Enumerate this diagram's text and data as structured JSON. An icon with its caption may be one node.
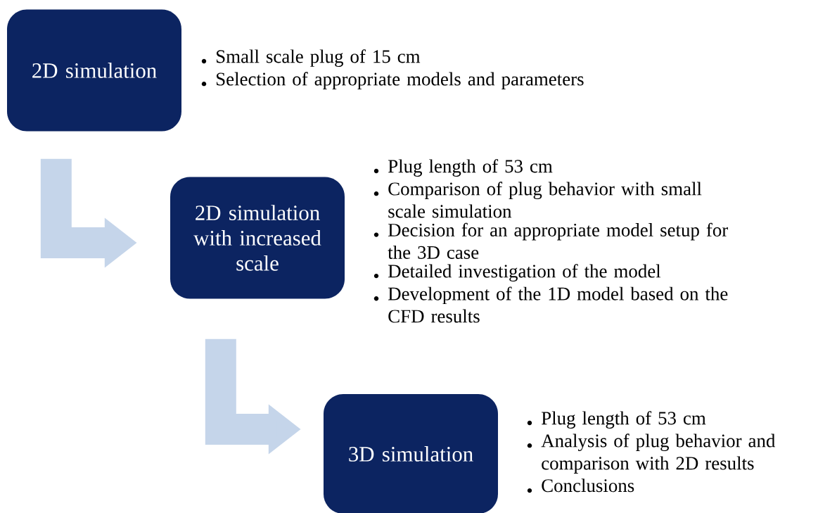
{
  "diagram": {
    "nodes": [
      {
        "text": [
          "2D simulation"
        ],
        "beside": [
          "Small scale plug of 15 cm",
          "Selection of appropriate models and parameters"
        ]
      },
      {
        "text": [
          "2D simulation with increased scale"
        ],
        "beside": [
          "Plug length of 53 cm",
          "Comparison of plug behavior with small scale simulation",
          "Decision for an appropriate model setup for the 3D case",
          "Detailed investigation of the model",
          "Development of the 1D model based on the CFD results"
        ]
      },
      {
        "text": [
          "3D simulation"
        ],
        "beside": [
          "Plug length of 53 cm",
          "Analysis of plug behavior and comparison with 2D results",
          "Conclusions"
        ]
      }
    ],
    "edges": [
      {
        "from": 0,
        "to": 1,
        "arrow": "to"
      },
      {
        "from": 1,
        "to": 2,
        "arrow": "to"
      }
    ]
  }
}
